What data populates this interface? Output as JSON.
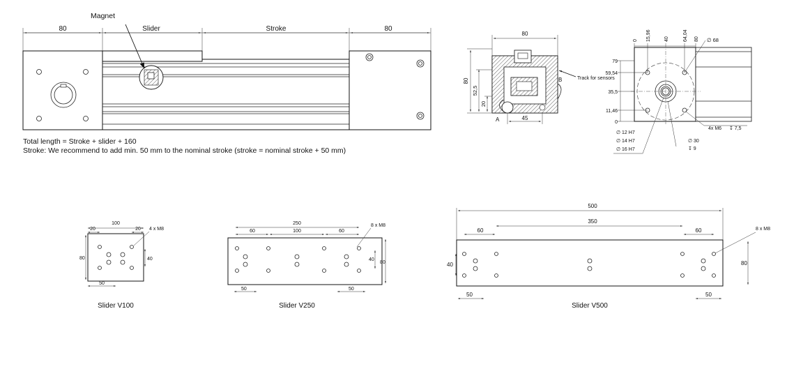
{
  "top_view": {
    "dims": [
      "80",
      "Slider",
      "Stroke",
      "80"
    ],
    "magnet_label": "Magnet"
  },
  "notes": {
    "total_length": "Total length = Stroke + slider + 160",
    "stroke_note": "Stroke: We recommend to add min. 50 mm to the nominal stroke (stroke = nominal stroke + 50 mm)"
  },
  "section_view": {
    "width": "80",
    "height": "80",
    "d1": "52,5",
    "d2": "20",
    "d3": "45",
    "label_a": "A",
    "label_b": "B",
    "track_note": "Track for sensors"
  },
  "end_view": {
    "top_dims": [
      "0",
      "15,96",
      "40",
      "64,04",
      "80"
    ],
    "left_dims": [
      "79",
      "59,54",
      "35,5",
      "11,46",
      "0"
    ],
    "d68": "∅ 68",
    "bores": [
      "∅ 12 H7",
      "∅ 14 H7",
      "∅ 16 H7"
    ],
    "d30": "∅ 30",
    "depth9": "↧ 9",
    "holes": "4x M6",
    "hole_depth": "↧ 7,5"
  },
  "sliders": [
    {
      "label": "Slider V100",
      "top": "100",
      "a": "20",
      "b": "20",
      "height": "80",
      "inner": "40",
      "bottom": "50",
      "holes": "4 x M8"
    },
    {
      "label": "Slider V250",
      "top": "250",
      "a": "60",
      "b": "100",
      "c": "60",
      "height": "80",
      "inner": "40",
      "bottom1": "50",
      "bottom2": "50",
      "holes": "8 x M8"
    },
    {
      "label": "Slider V500",
      "top": "500",
      "a": "60",
      "b": "350",
      "c": "60",
      "height": "80",
      "inner": "40",
      "bottom1": "50",
      "bottom2": "50",
      "holes": "8 x M8"
    }
  ]
}
